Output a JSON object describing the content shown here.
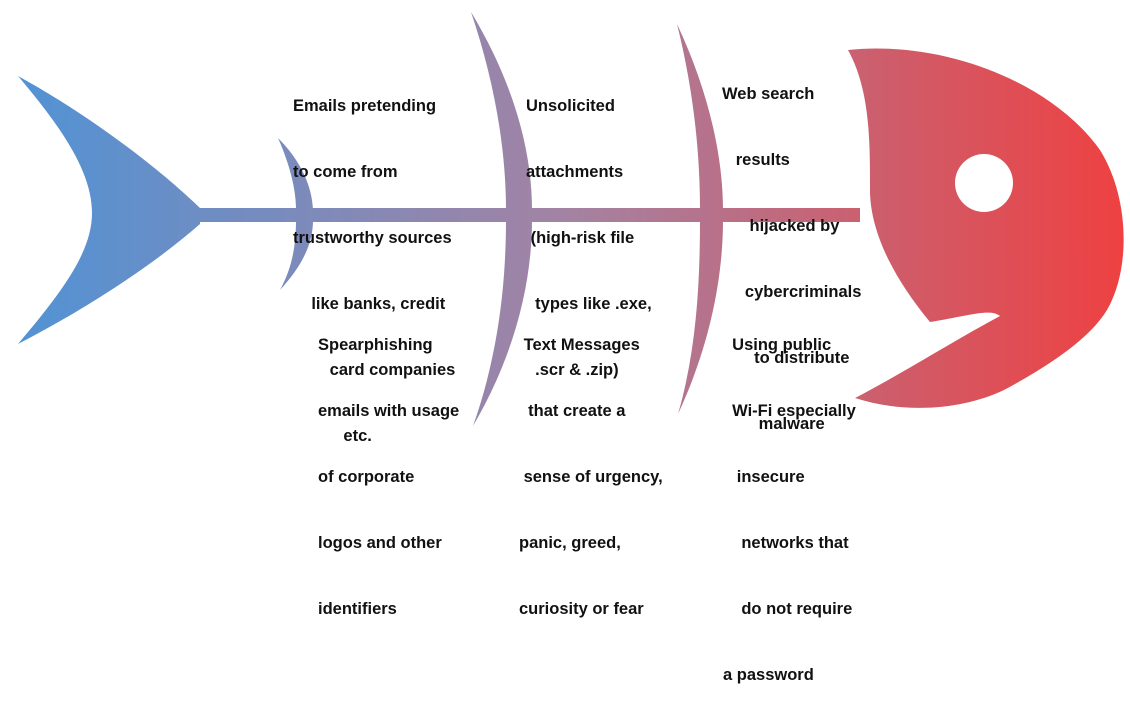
{
  "diagram": {
    "type": "fishbone",
    "colors": {
      "tail": "#4f93d6",
      "middle": "#a383a3",
      "head": "#ef4040",
      "eye": "#ffffff",
      "text": "#111111"
    },
    "causes_top": [
      {
        "lines": [
          "Emails pretending",
          "to come from",
          "trustworthy sources",
          "    like banks, credit",
          "        card companies",
          "           etc."
        ]
      },
      {
        "lines": [
          "Unsolicited",
          "attachments",
          " (high-risk file",
          "  types like .exe,",
          "  .scr & .zip)"
        ]
      },
      {
        "lines": [
          "Web search",
          "   results",
          "      hijacked by",
          "     cybercriminals",
          "       to distribute",
          "        malware"
        ]
      }
    ],
    "causes_bottom": [
      {
        "lines": [
          "Spearphishing",
          "emails with usage",
          "of corporate",
          "logos and other",
          "identifiers"
        ]
      },
      {
        "lines": [
          " Text Messages",
          "  that create a",
          " sense of urgency,",
          "panic, greed,",
          "curiosity or fear"
        ]
      },
      {
        "lines": [
          "  Using public",
          "  Wi-Fi especially",
          "   insecure",
          "    networks that",
          "    do not require",
          "a password"
        ]
      }
    ]
  }
}
